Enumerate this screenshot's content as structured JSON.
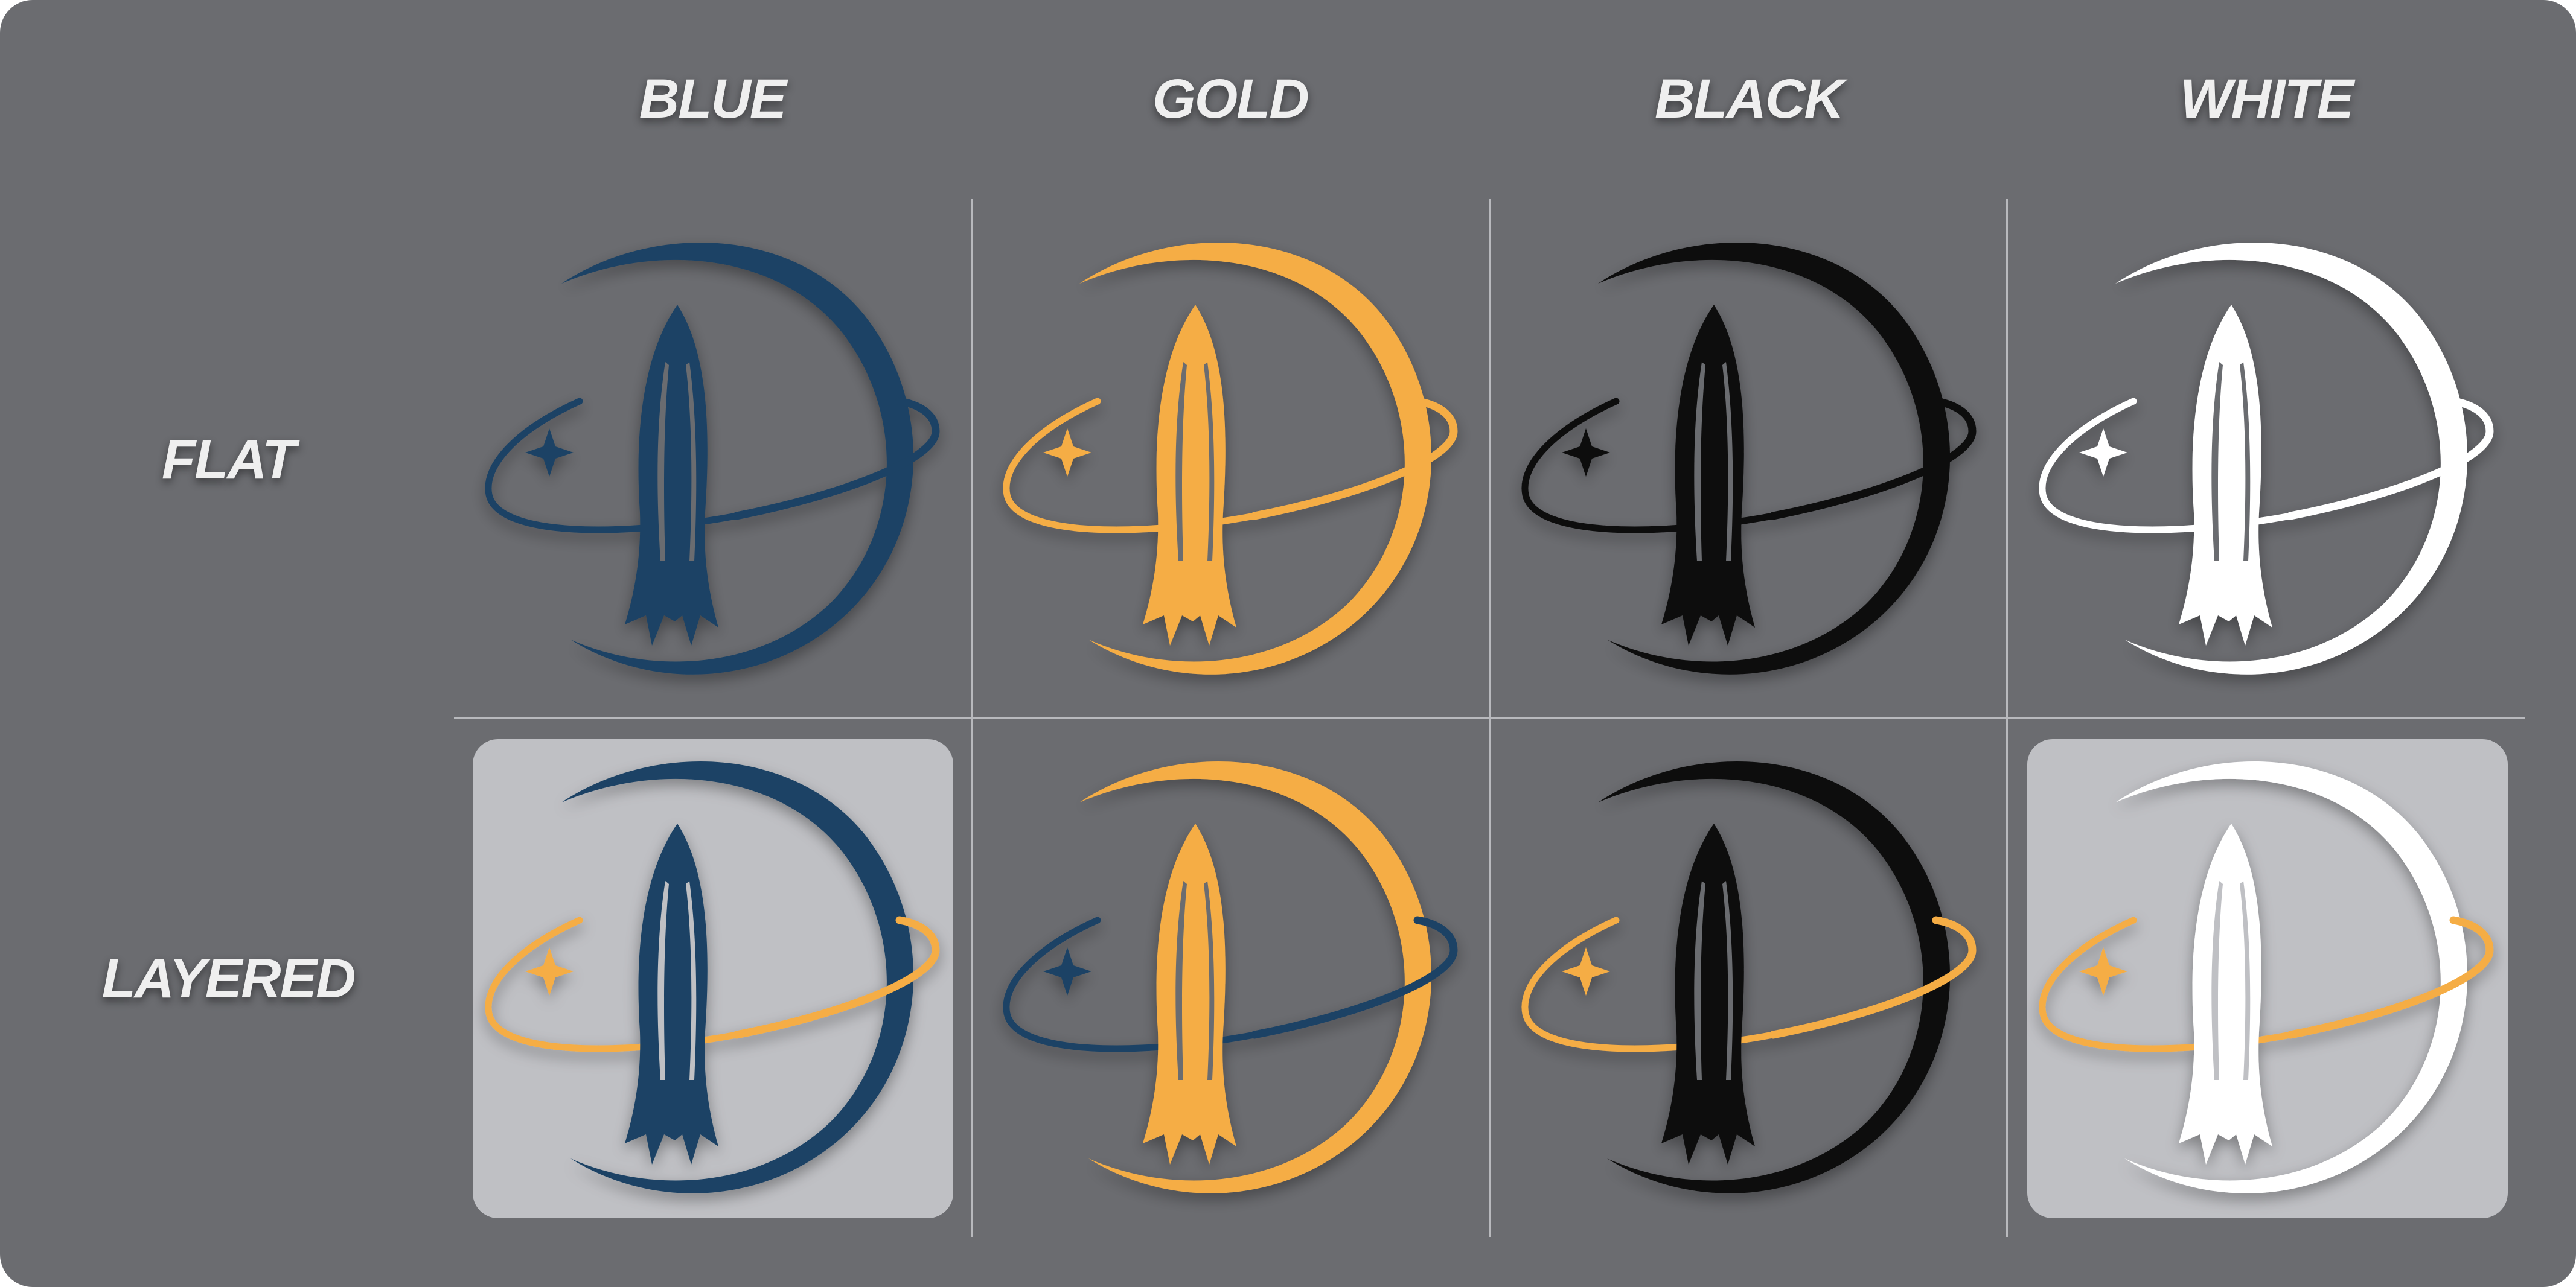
{
  "columns": [
    {
      "label": "BLUE",
      "key": "blue"
    },
    {
      "label": "GOLD",
      "key": "gold"
    },
    {
      "label": "BLACK",
      "key": "black"
    },
    {
      "label": "WHITE",
      "key": "white"
    }
  ],
  "rows": [
    {
      "label": "FLAT",
      "key": "flat"
    },
    {
      "label": "LAYERED",
      "key": "layered"
    }
  ],
  "palette": {
    "background": "#6b6c70",
    "tile": "#bfc0c4",
    "blue": "#1d4365",
    "gold": "#f5ad45",
    "black": "#0d0d0d",
    "white": "#ffffff"
  },
  "cells": [
    {
      "row": "flat",
      "col": "blue",
      "tile": false,
      "planet": "blue",
      "rocket": "blue",
      "ring": "blue",
      "star": "blue"
    },
    {
      "row": "flat",
      "col": "gold",
      "tile": false,
      "planet": "gold",
      "rocket": "gold",
      "ring": "gold",
      "star": "gold"
    },
    {
      "row": "flat",
      "col": "black",
      "tile": false,
      "planet": "black",
      "rocket": "black",
      "ring": "black",
      "star": "black"
    },
    {
      "row": "flat",
      "col": "white",
      "tile": false,
      "planet": "white",
      "rocket": "white",
      "ring": "white",
      "star": "white"
    },
    {
      "row": "layered",
      "col": "blue",
      "tile": true,
      "planet": "blue",
      "rocket": "blue",
      "ring": "gold",
      "star": "gold"
    },
    {
      "row": "layered",
      "col": "gold",
      "tile": false,
      "planet": "gold",
      "rocket": "gold",
      "ring": "blue",
      "star": "blue"
    },
    {
      "row": "layered",
      "col": "black",
      "tile": false,
      "planet": "black",
      "rocket": "black",
      "ring": "gold",
      "star": "gold"
    },
    {
      "row": "layered",
      "col": "white",
      "tile": true,
      "planet": "white",
      "rocket": "white",
      "ring": "gold",
      "star": "gold"
    }
  ]
}
